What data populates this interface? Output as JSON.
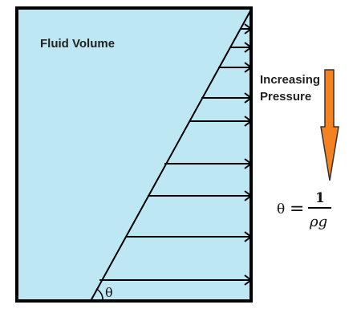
{
  "diagram": {
    "fluid_label": "Fluid Volume",
    "pressure_label_line1": "Increasing",
    "pressure_label_line2": "Pressure",
    "angle_label": "θ",
    "formula": {
      "lhs": "θ",
      "equals": "=",
      "numerator": "1",
      "denominator": "ρg"
    }
  },
  "colors": {
    "fluid_fill": "#bde7f3",
    "border": "#000000",
    "lines": "#000000",
    "arrow_fill": "#f58220",
    "arrow_outline": "#333333"
  }
}
